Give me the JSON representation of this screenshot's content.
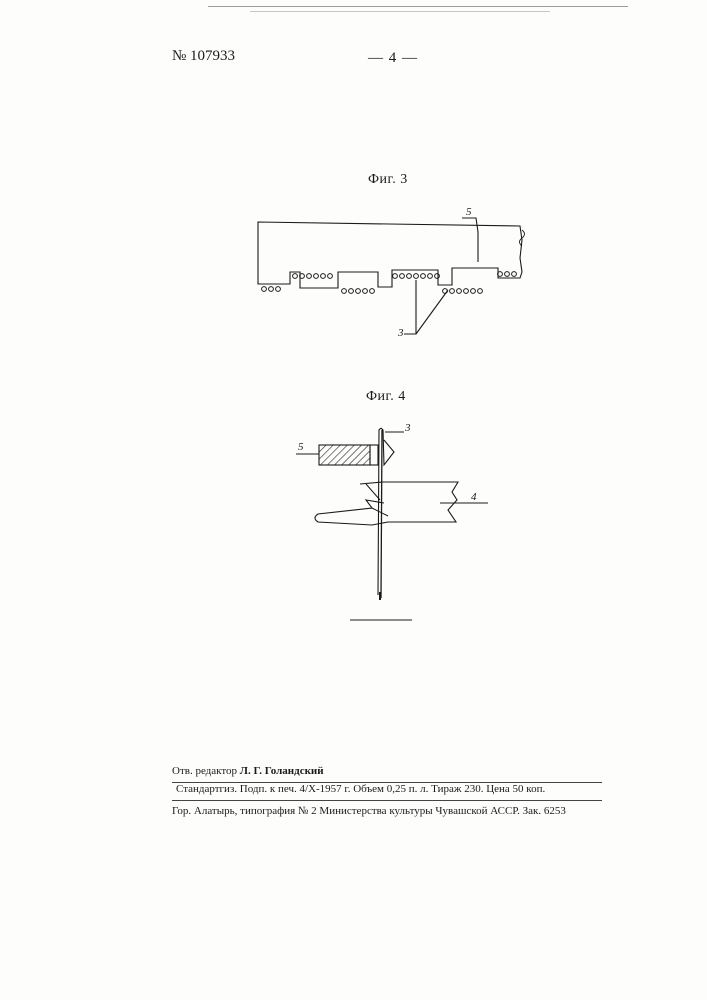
{
  "header": {
    "patent_number": "№ 107933",
    "page_number": "— 4 —"
  },
  "figures": [
    {
      "caption": "Фиг. 3",
      "labels": [
        "5",
        "3"
      ]
    },
    {
      "caption": "Фиг. 4",
      "labels": [
        "5",
        "3",
        "4"
      ]
    }
  ],
  "imprint": {
    "editor_prefix": "Отв. редактор",
    "editor_name": "Л. Г. Голандский",
    "standards_line": "Стандартгиз.   Подп. к печ. 4/X-1957 г. Объем 0,25 п. л. Тираж 230. Цена 50 коп.",
    "printer_line": "Гор. Алатырь, типография № 2 Министерства культуры Чувашской АССР. Зак. 6253"
  }
}
